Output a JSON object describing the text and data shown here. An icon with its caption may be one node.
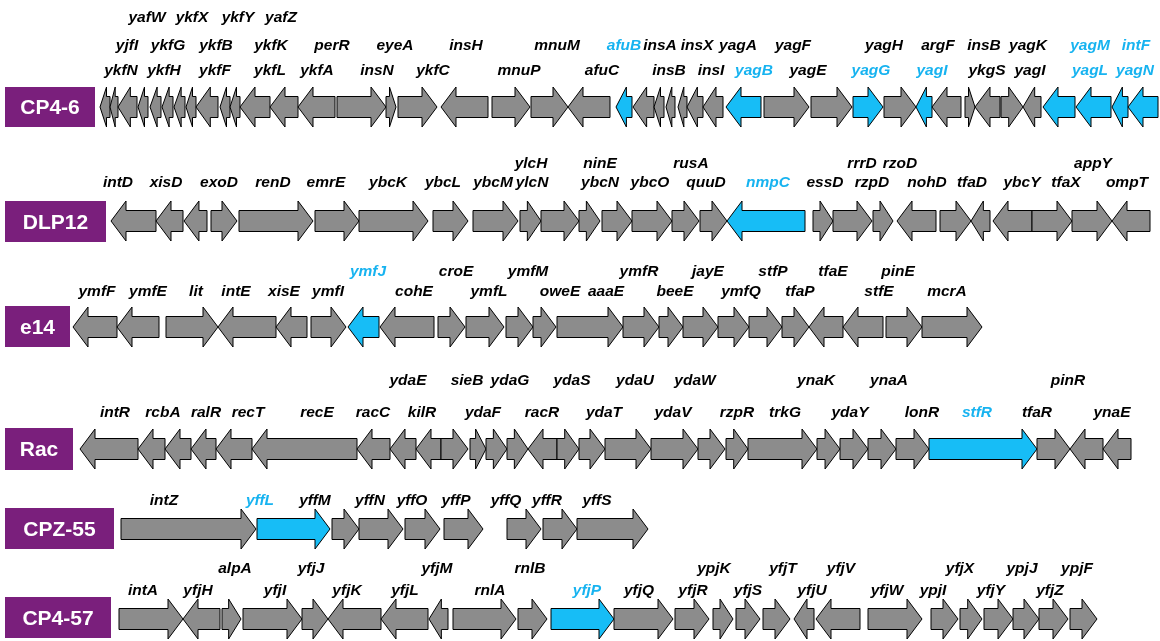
{
  "diagram": {
    "nodes": [
      {
        "text": [
          "CP4-6"
        ]
      },
      {
        "text": [
          "DLP12"
        ]
      },
      {
        "text": [
          "e14"
        ]
      },
      {
        "text": [
          "Rac"
        ]
      },
      {
        "text": [
          "CPZ-55"
        ]
      },
      {
        "text": [
          "CP4-57"
        ]
      }
    ],
    "labels": [
      "yafW",
      "ykfX",
      "ykfY",
      "yafZ",
      "yjfI",
      "ykfG",
      "ykfB",
      "ykfK",
      "perR",
      "eyeA",
      "insH",
      "mnuM",
      "afuB",
      "insA",
      "insX",
      "yagA",
      "yagF",
      "yagH",
      "argF",
      "insB",
      "yagK",
      "yagM",
      "intF",
      "ykfN",
      "ykfH",
      "ykfF",
      "ykfL",
      "ykfA",
      "insN",
      "ykfC",
      "mnuP",
      "afuC",
      "insB",
      "insI",
      "yagB",
      "yagE",
      "yagG",
      "yagI",
      "ykgS",
      "yagI",
      "yagL",
      "yagN",
      "ylcH",
      "ninE",
      "rusA",
      "rrrD",
      "rzoD",
      "appY",
      "intD",
      "xisD",
      "exoD",
      "renD",
      "emrE",
      "ybcK",
      "ybcL",
      "ybcM",
      "ylcN",
      "ybcN",
      "ybcO",
      "quuD",
      "nmpC",
      "essD",
      "rzpD",
      "nohD",
      "tfaD",
      "ybcY",
      "tfaX",
      "ompT",
      "ymfJ",
      "croE",
      "ymfM",
      "ymfR",
      "jayE",
      "stfP",
      "tfaE",
      "pinE",
      "ymfF",
      "ymfE",
      "lit",
      "intE",
      "xisE",
      "ymfI",
      "cohE",
      "ymfL",
      "oweE",
      "aaaE",
      "beeE",
      "ymfQ",
      "tfaP",
      "stfE",
      "mcrA",
      "ydaE",
      "sieB",
      "ydaG",
      "ydaS",
      "ydaU",
      "ydaW",
      "ynaK",
      "ynaA",
      "pinR",
      "intR",
      "rcbA",
      "ralR",
      "recT",
      "recE",
      "racC",
      "kilR",
      "ydaF",
      "racR",
      "ydaT",
      "ydaV",
      "rzpR",
      "trkG",
      "ydaY",
      "lonR",
      "stfR",
      "tfaR",
      "ynaE",
      "intZ",
      "yffL",
      "yffM",
      "yffN",
      "yffO",
      "yffP",
      "yffQ",
      "yffR",
      "yffS",
      "alpA",
      "yfjJ",
      "yfjM",
      "rnlB",
      "ypjK",
      "yfjT",
      "yfjV",
      "yfjX",
      "ypjJ",
      "ypjF",
      "intA",
      "yfjH",
      "yfjI",
      "yfjK",
      "yfjL",
      "rnlA",
      "yfjP",
      "yfjQ",
      "yfjR",
      "yfjS",
      "yfjU",
      "yfjW",
      "ypjI",
      "yfjY",
      "yfjZ"
    ]
  }
}
